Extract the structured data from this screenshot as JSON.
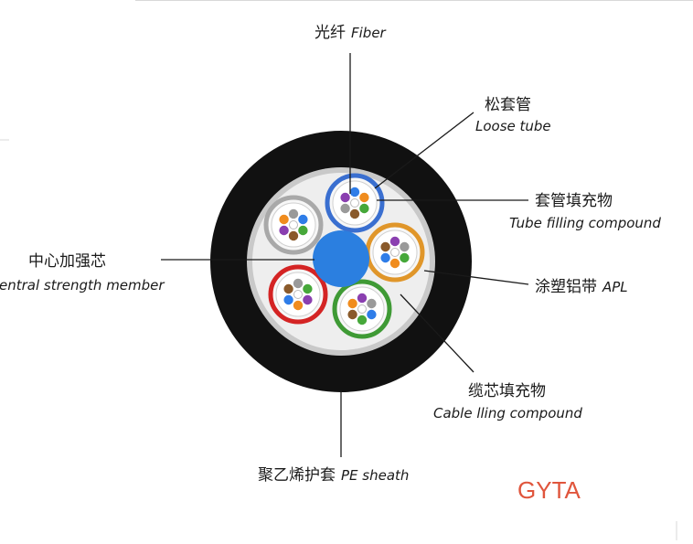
{
  "labels": {
    "fiber": {
      "cn": "光纤",
      "en": "Fiber"
    },
    "loose_tube": {
      "cn": "松套管",
      "en": "Loose tube"
    },
    "tube_filling": {
      "cn": "套管填充物",
      "en": "Tube filling compound"
    },
    "apl": {
      "cn": "涂塑铝带",
      "en": "APL"
    },
    "cable_filling": {
      "cn": "缆芯填充物",
      "en": "Cable lling compound"
    },
    "pe_sheath": {
      "cn": "聚乙烯护套",
      "en": "PE sheath"
    },
    "central_member": {
      "cn": "中心加强芯",
      "en": "entral strength member"
    }
  },
  "model": "GYTA",
  "colors": {
    "sheath": "#111111",
    "aluminum_tape": "#c9c9c9",
    "filling": "#eeeeee",
    "central_member": "#2b7fe0",
    "model_text": "#e0553c",
    "tube_rings": [
      "#3a6fd0",
      "#e0962a",
      "#3f9a35",
      "#d42424",
      "#a9a9a9"
    ],
    "fiber_colors": [
      "#2f7de8",
      "#f08c1e",
      "#46a83a",
      "#8a5a2b",
      "#9a9a9a",
      "#ffffff",
      "#d93030",
      "#333333",
      "#e8d23a",
      "#8a3fb0",
      "#e87ab0",
      "#3fc0c0"
    ]
  }
}
